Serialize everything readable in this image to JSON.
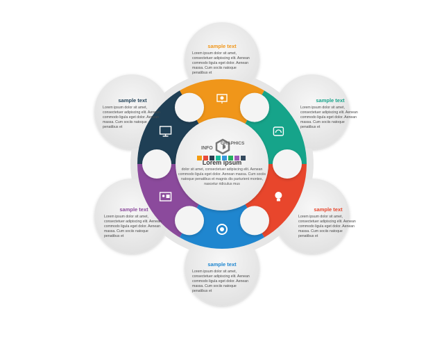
{
  "logo": {
    "info": "INFO",
    "graphics": "GRAPHICS",
    "swatches": [
      "#f39c12",
      "#e74c3c",
      "#2c3e50",
      "#1abc9c",
      "#3498db",
      "#27ae60",
      "#9b59b6",
      "#34495e"
    ]
  },
  "center": {
    "title": "Lorem ipsum",
    "body": "dolor sit amet, consectetuer adipiscing elit. Aenean commodo ligula eget dolor. Aenean massa. Cum sociis natoque penatibus et magnis dis parturient montes, nascetur ridiculus mus"
  },
  "segments": [
    {
      "id": "top",
      "color": "#f0961a",
      "icon": "presentation-board-icon",
      "title": "sample text",
      "body": "Lorem ipsum dolor sit amet, consectetuer adipiscing elit. Aenean commodo ligula eget dolor. Aenean massa. Cum sociis natoque penatibus et"
    },
    {
      "id": "top-right",
      "color": "#16a48a",
      "icon": "headphones-icon",
      "title": "sample text",
      "body": "Lorem ipsum dolor sit amet, consectetuer adipiscing elit. Aenean commodo ligula eget dolor. Aenean massa. Cum sociis natoque penatibus et"
    },
    {
      "id": "bottom-right",
      "color": "#e8462c",
      "icon": "lightbulb-icon",
      "title": "sample text",
      "body": "Lorem ipsum dolor sit amet, consectetuer adipiscing elit. Aenean commodo ligula eget dolor. Aenean massa. Cum sociis natoque penatibus et"
    },
    {
      "id": "bottom",
      "color": "#1f86cf",
      "icon": "camera-shutter-icon",
      "title": "sample text",
      "body": "Lorem ipsum dolor sit amet, consectetuer adipiscing elit. Aenean commodo ligula eget dolor. Aenean massa. Cum sociis natoque penatibus et"
    },
    {
      "id": "bottom-left",
      "color": "#8b4a9c",
      "icon": "picture-frame-icon",
      "title": "sample text",
      "body": "Lorem ipsum dolor sit amet, consectetuer adipiscing elit. Aenean commodo ligula eget dolor. Aenean massa. Cum sociis natoque penatibus et"
    },
    {
      "id": "top-left",
      "color": "#1f3f55",
      "icon": "monitor-icon",
      "title": "sample text",
      "body": "Lorem ipsum dolor sit amet, consectetuer adipiscing elit. Aenean commodo ligula eget dolor. Aenean massa. Cum sociis natoque penatibus et"
    }
  ]
}
